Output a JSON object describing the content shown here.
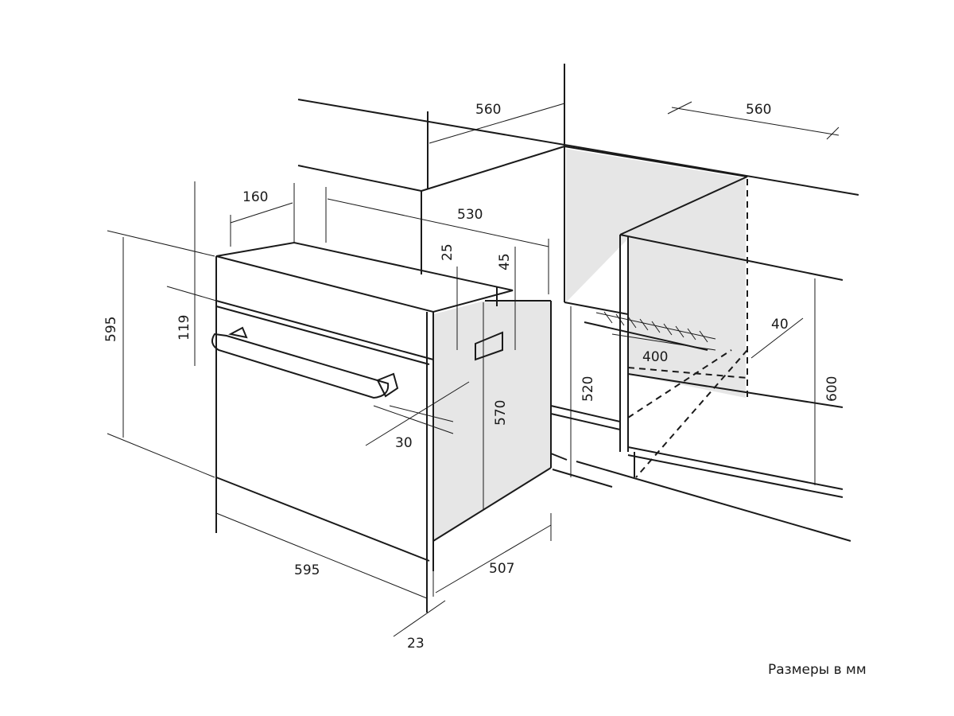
{
  "dimensions": {
    "cabinet_depth_left": "560",
    "cabinet_depth_right": "560",
    "rear_gap": "160",
    "oven_depth_top": "530",
    "dim_25": "25",
    "dim_45": "45",
    "oven_height": "595",
    "panel_height": "119",
    "body_height": "570",
    "niche_min_height": "520",
    "niche_height": "600",
    "vent_depth": "40",
    "vent_width": "400",
    "handle_offset": "30",
    "oven_width": "595",
    "body_depth": "507",
    "front_thickness": "23"
  },
  "caption": "Размеры в мм"
}
